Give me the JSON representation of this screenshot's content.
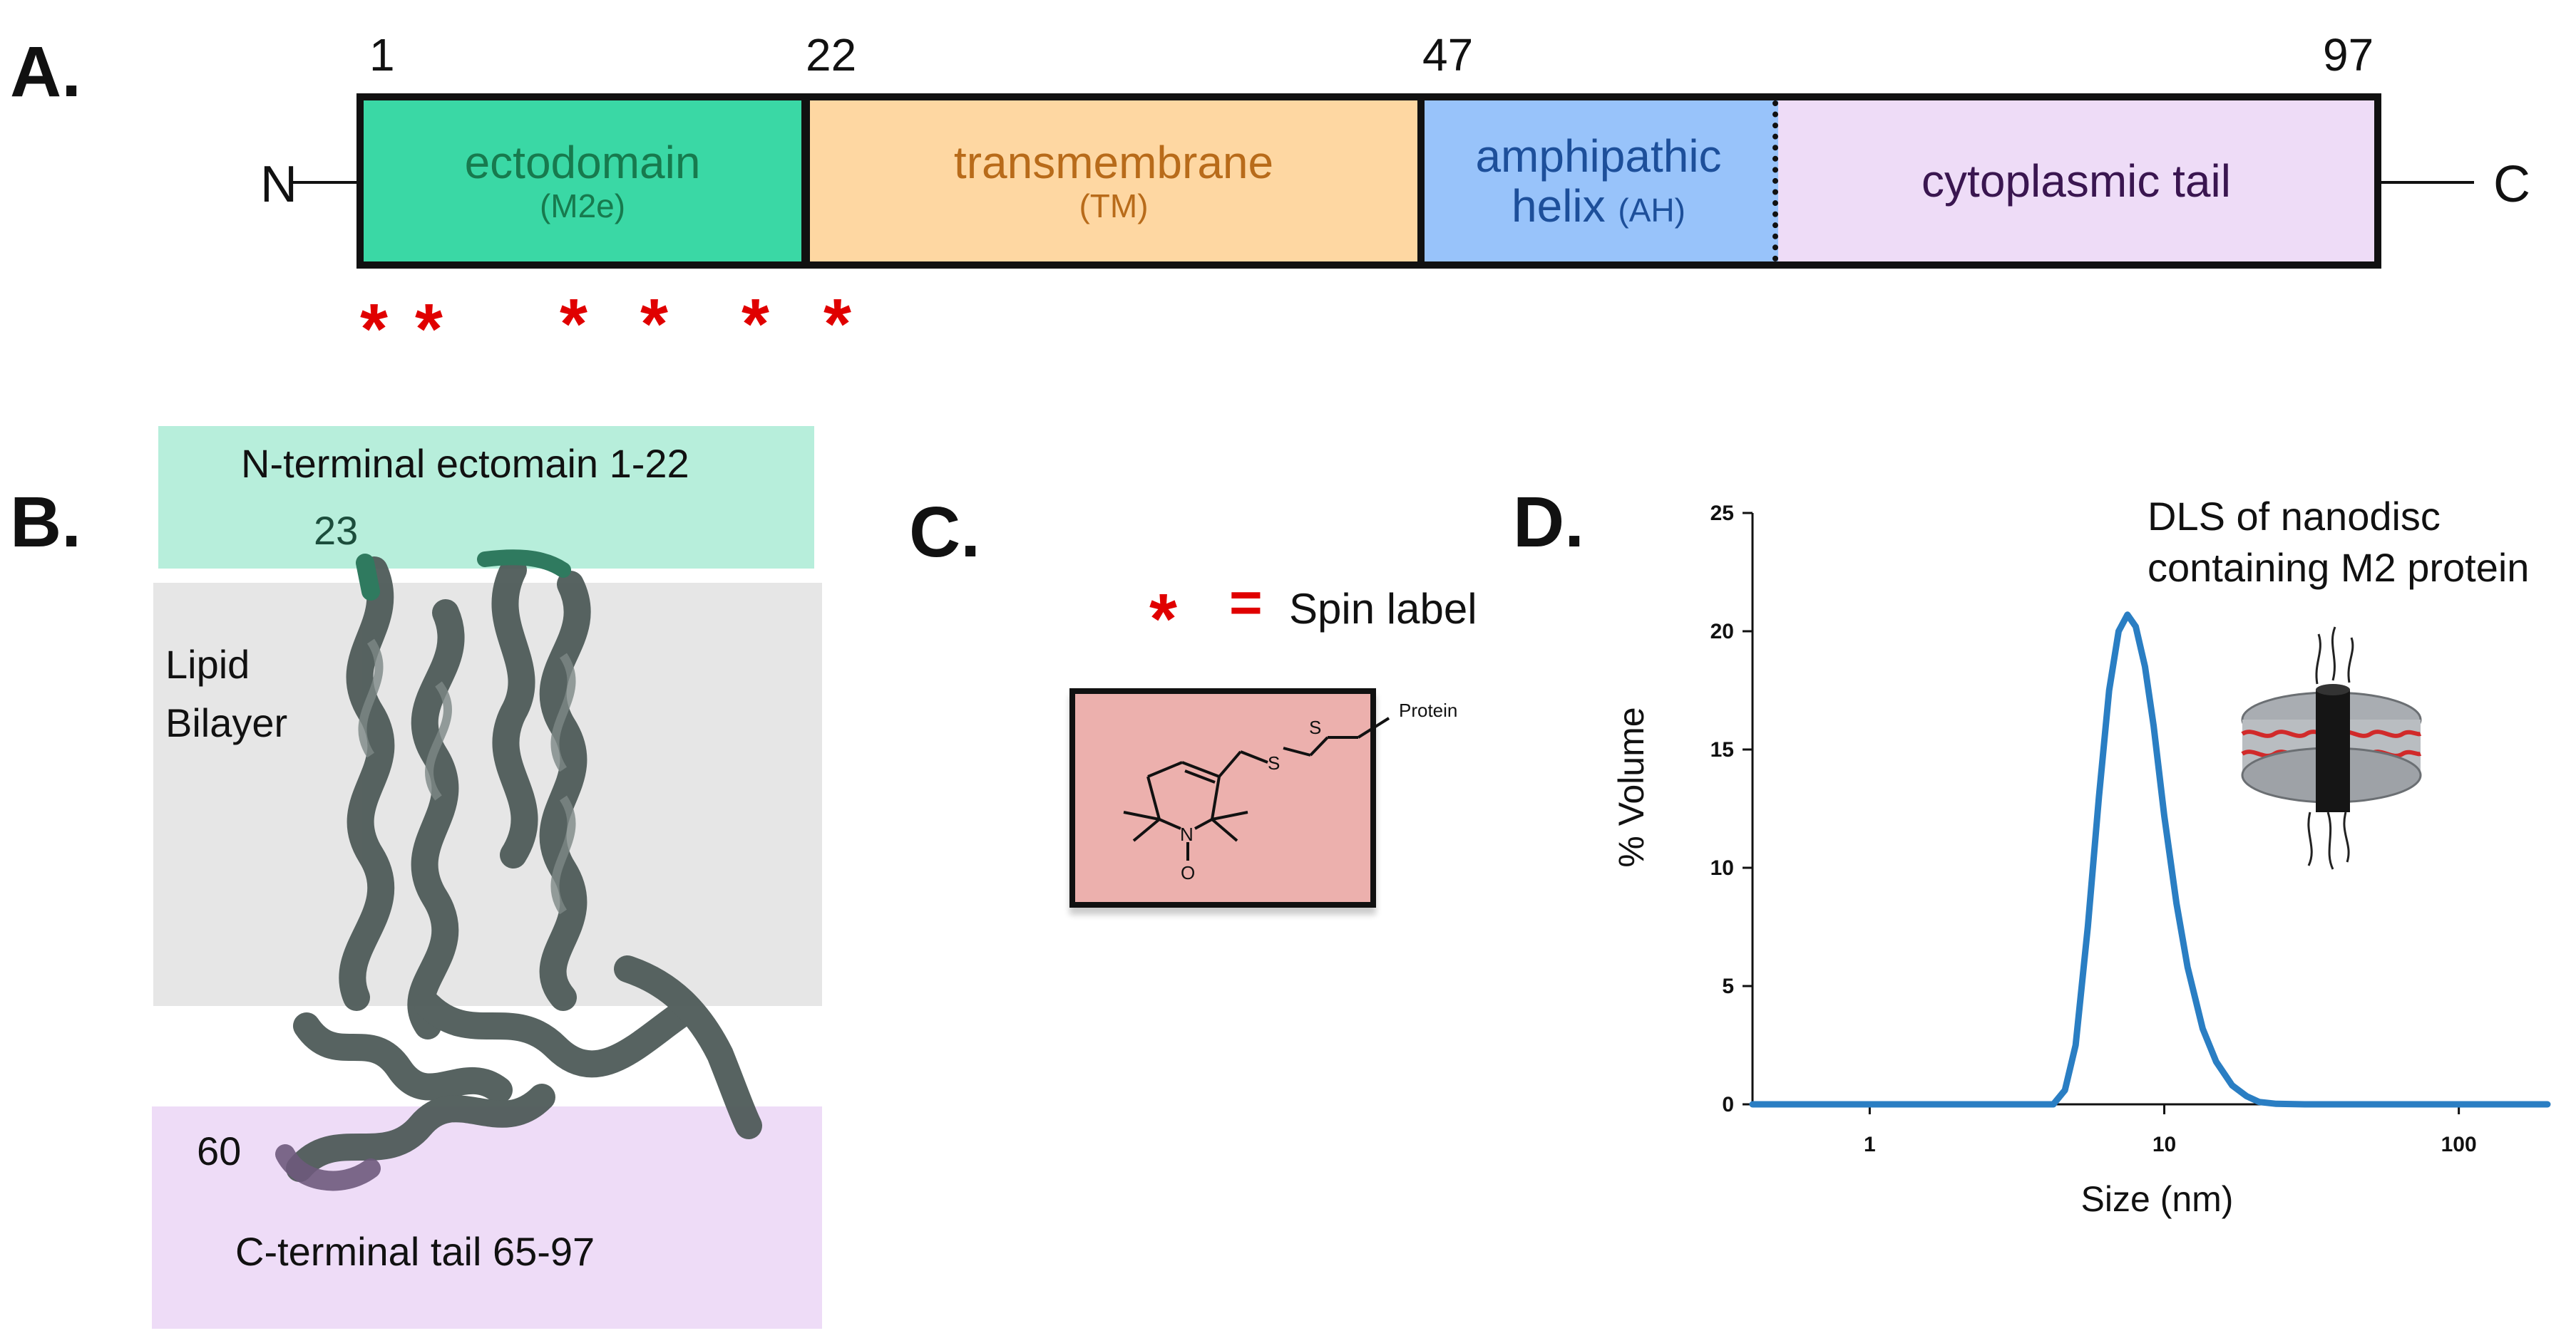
{
  "panelA": {
    "letter": "A.",
    "residues": [
      "1",
      "22",
      "47",
      "97"
    ],
    "n_term": "N",
    "c_term": "C",
    "segments": [
      {
        "main": "ectodomain",
        "sub": "(M2e)"
      },
      {
        "main": "transmembrane",
        "sub": "(TM)"
      },
      {
        "main_line1": "amphipathic",
        "main_line2": "helix",
        "sub": "(AH)"
      },
      {
        "main": "cytoplasmic tail"
      }
    ],
    "colors": {
      "ectodomain": "#3ad8a5",
      "transmembrane": "#fed7a2",
      "amphipathic": "#98c3fa",
      "cytoplasmic": "#eedcf7",
      "star": "#e00000"
    },
    "spin_label_star_count": 6
  },
  "panelB": {
    "letter": "B.",
    "top_band": "N-terminal ectomain 1-22",
    "residue_top": "23",
    "bilayer_line1": "Lipid",
    "bilayer_line2": "Bilayer",
    "residue_bottom": "60",
    "bottom_band": "C-terminal tail 65-97"
  },
  "panelC": {
    "letter": "C.",
    "legend_star": "*",
    "legend_eq": "=",
    "legend_text": "Spin label",
    "structure_label_protein": "Protein",
    "structure_label_n": "N",
    "structure_label_o": "O",
    "structure_label_s1": "S",
    "structure_label_s2": "S"
  },
  "panelD": {
    "letter": "D.",
    "title_line1": "DLS of nanodisc",
    "title_line2": "containing M2 protein"
  },
  "chart_data": {
    "type": "line",
    "title": "DLS of nanodisc containing M2 protein",
    "xlabel": "Size (nm)",
    "ylabel": "% Volume",
    "xscale": "log",
    "xlim": [
      0.4,
      200
    ],
    "ylim": [
      0,
      25
    ],
    "x_ticks": [
      1,
      10,
      100
    ],
    "x_tick_labels": [
      "1",
      "10",
      "100"
    ],
    "y_ticks": [
      0,
      5,
      10,
      15,
      20,
      25
    ],
    "y_tick_labels": [
      "0",
      "5",
      "10",
      "15",
      "20",
      "25"
    ],
    "grid": false,
    "series": [
      {
        "color": "#2a7ec3",
        "x": [
          0.4,
          1,
          3,
          4.2,
          4.6,
          5.0,
          5.5,
          6.0,
          6.5,
          7.0,
          7.5,
          8.0,
          8.6,
          9.2,
          10,
          11,
          12,
          13.5,
          15,
          17,
          19,
          21,
          24,
          30,
          100,
          200
        ],
        "y": [
          0,
          0,
          0,
          0,
          0.6,
          2.5,
          7.5,
          13.0,
          17.5,
          20.0,
          20.7,
          20.2,
          18.5,
          16.0,
          12.2,
          8.5,
          5.8,
          3.2,
          1.8,
          0.8,
          0.35,
          0.1,
          0.02,
          0,
          0,
          0
        ]
      }
    ]
  }
}
